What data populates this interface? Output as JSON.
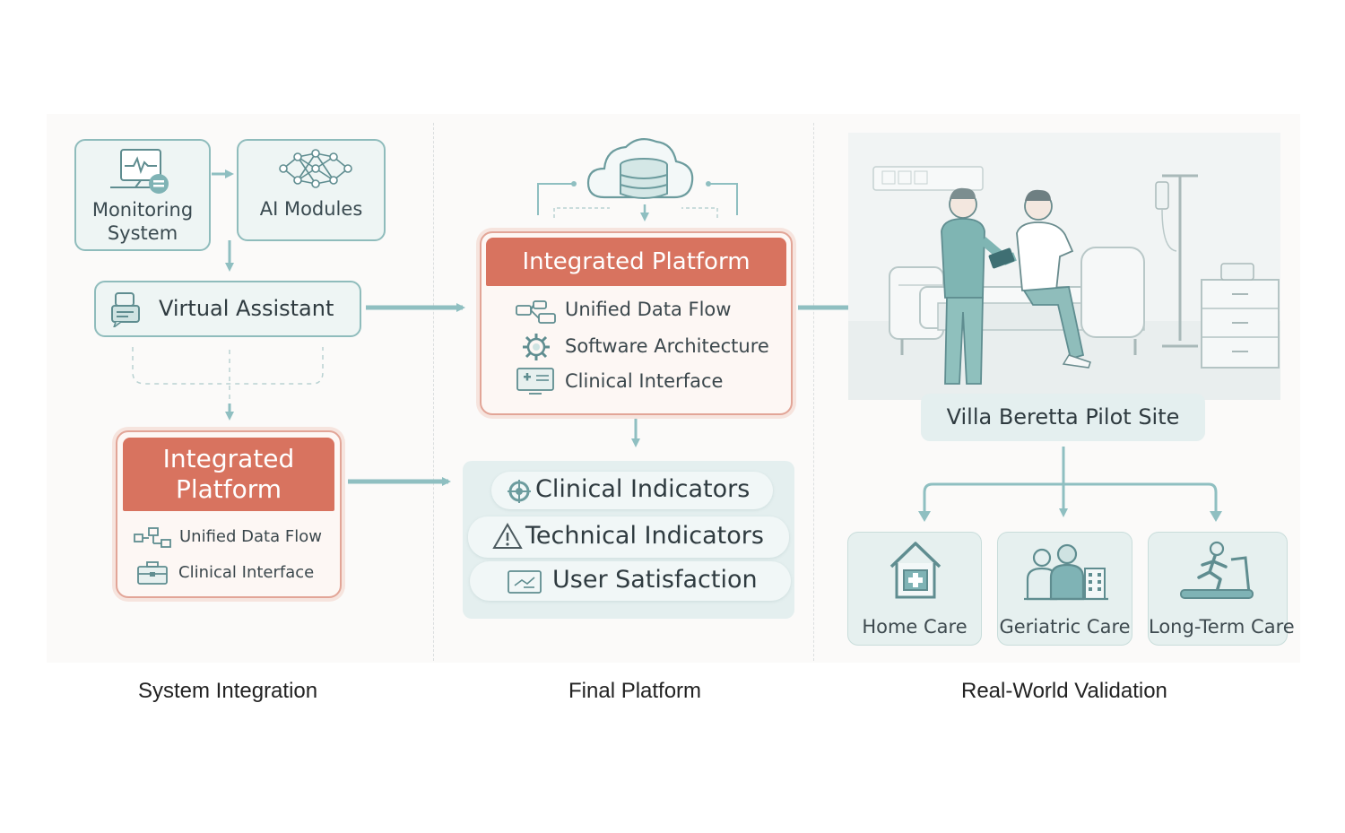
{
  "system_integration": {
    "monitoring_system": "Monitoring\nSystem",
    "ai_modules": "AI Modules",
    "virtual_assistant": "Virtual Assistant",
    "integrated_platform": {
      "title": "Integrated\nPlatform",
      "rows": [
        "Unified Data Flow",
        "Clinical Interface"
      ]
    }
  },
  "final_platform": {
    "integrated_platform": {
      "title": "Integrated Platform",
      "rows": [
        "Unified Data Flow",
        "Software Architecture",
        "Clinical Interface"
      ]
    },
    "indicators": [
      "Clinical Indicators",
      "Technical Indicators",
      "User Satisfaction"
    ]
  },
  "real_world_validation": {
    "site": "Villa Beretta Pilot Site",
    "care_settings": [
      "Home Care",
      "Geriatric Care",
      "Long-Term Care"
    ]
  },
  "captions": [
    "System Integration",
    "Final Platform",
    "Real-World Validation"
  ],
  "colors": {
    "teal": "#7fb3b5",
    "accent_red": "#d8735f",
    "panel": "#eef5f4"
  },
  "icons": [
    "monitor-icon",
    "neural-network-icon",
    "chat-icon",
    "cloud-database-icon",
    "data-flow-icon",
    "gear-icon",
    "clinical-interface-icon",
    "briefcase-icon",
    "target-icon",
    "warning-icon",
    "chart-icon",
    "house-icon",
    "people-icon",
    "treadmill-icon"
  ]
}
